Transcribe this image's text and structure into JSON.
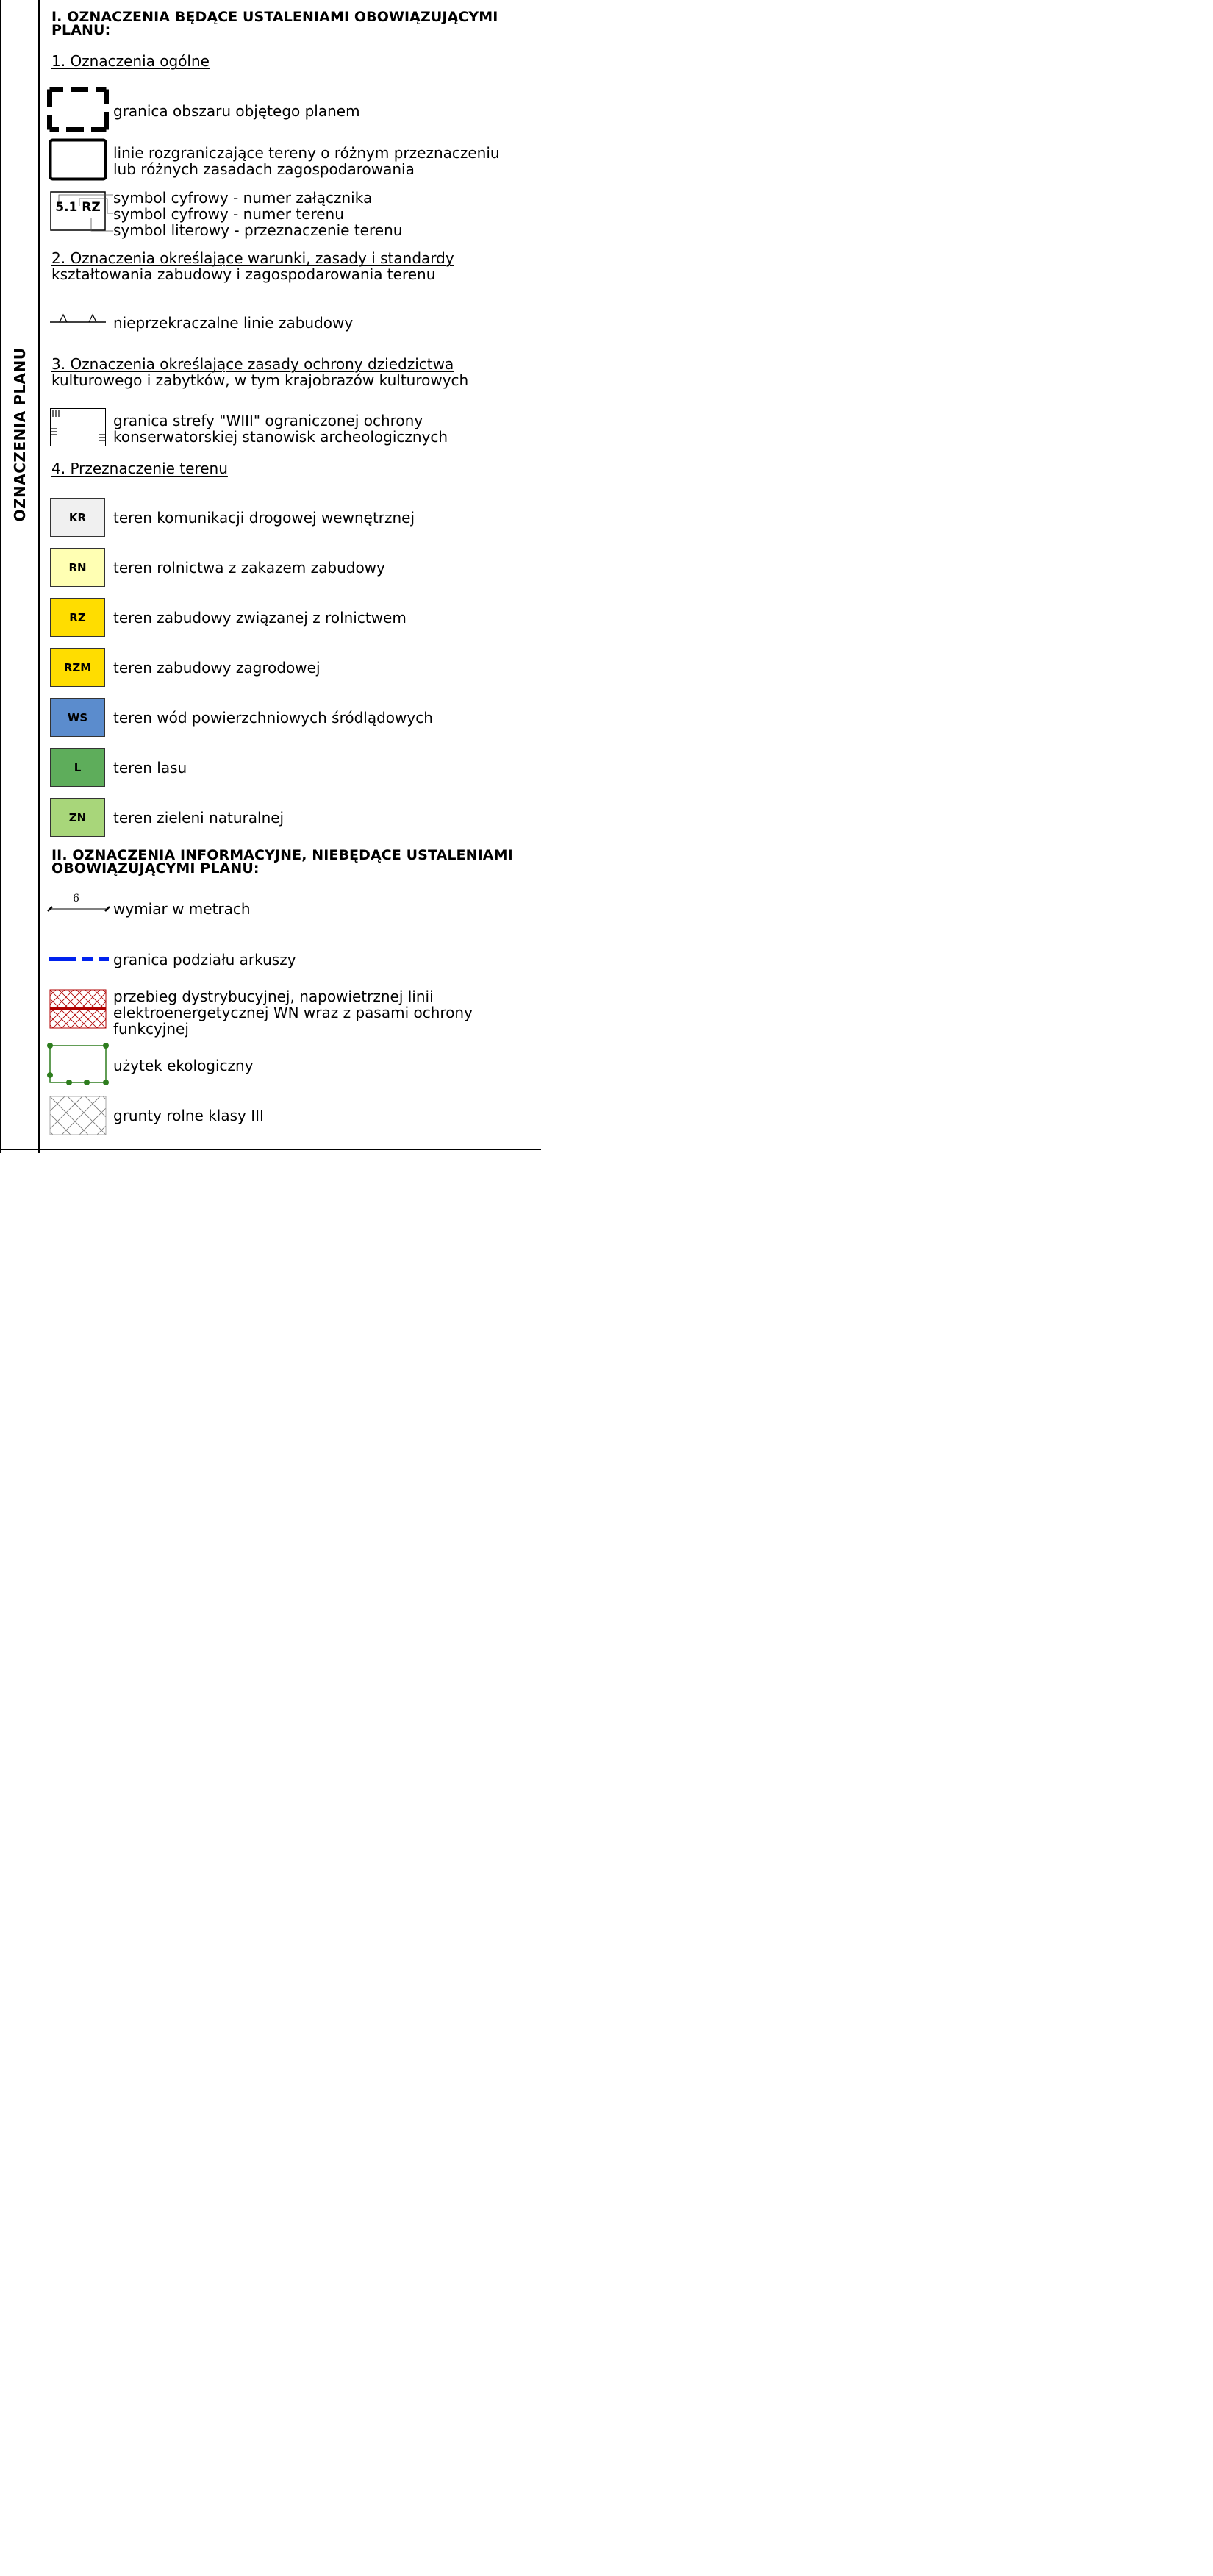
{
  "side_title": "OZNACZENIA PLANU",
  "section1": {
    "heading_line1": "I. OZNACZENIA BĘDĄCE USTALENIAMI OBOWIĄZUJĄCYMI",
    "heading_line2": "PLANU:",
    "sub1": "1. Oznaczenia ogólne",
    "boundary_label": "granica obszaru objętego planem",
    "lines_label_1": "linie rozgraniczające tereny o różnym przeznaczeniu",
    "lines_label_2": "lub różnych zasadach zagospodarowania",
    "symbol_example": "5.1 RZ",
    "symbol_label_1": "symbol cyfrowy - numer załącznika",
    "symbol_label_2": "symbol cyfrowy - numer terenu",
    "symbol_label_3": "symbol literowy - przeznaczenie terenu",
    "sub2_line1": "2. Oznaczenia określające warunki, zasady i standardy",
    "sub2_line2": "kształtowania zabudowy i zagospodarowania terenu",
    "building_line_label": "nieprzekraczalne linie zabudowy",
    "sub3_line1": "3. Oznaczenia określające zasady ochrony dziedzictwa",
    "sub3_line2": "kulturowego i zabytków, w tym krajobrazów kulturowych",
    "wiii_label_1": "granica strefy \"WIII\" ograniczonej ochrony",
    "wiii_label_2": "konserwatorskiej stanowisk archeologicznych",
    "sub4": "4. Przeznaczenie terenu",
    "zones": [
      {
        "code": "KR",
        "label": "teren komunikacji drogowej wewnętrznej",
        "color": "#f0f0f0"
      },
      {
        "code": "RN",
        "label": "teren rolnictwa z zakazem zabudowy",
        "color": "#ffffb3"
      },
      {
        "code": "RZ",
        "label": "teren zabudowy związanej z rolnictwem",
        "color": "#ffdd00"
      },
      {
        "code": "RZM",
        "label": "teren zabudowy zagrodowej",
        "color": "#ffdd00"
      },
      {
        "code": "WS",
        "label": "teren wód powierzchniowych śródlądowych",
        "color": "#5b8ccd"
      },
      {
        "code": "L",
        "label": "teren lasu",
        "color": "#5ead5b"
      },
      {
        "code": "ZN",
        "label": "teren zieleni naturalnej",
        "color": "#a8d67a"
      }
    ]
  },
  "section2": {
    "heading_line1": "II. OZNACZENIA INFORMACYJNE, NIEBĘDĄCE USTALENIAMI",
    "heading_line2": "OBOWIĄZUJĄCYMI PLANU:",
    "dimension_value": "6",
    "dimension_label": "wymiar w metrach",
    "sheet_label": "granica podziału arkuszy",
    "power_label_1": "przebieg dystrybucyjnej, napowietrznej linii",
    "power_label_2": "elektroenergetycznej WN wraz z pasami ochrony",
    "power_label_3": "funkcyjnej",
    "eco_label": "użytek ekologiczny",
    "soil_label": "grunty rolne klasy III"
  },
  "colors": {
    "sheet_boundary": "#0022ee",
    "power_line": "#b00000",
    "eco_green": "#2e7d1e"
  }
}
